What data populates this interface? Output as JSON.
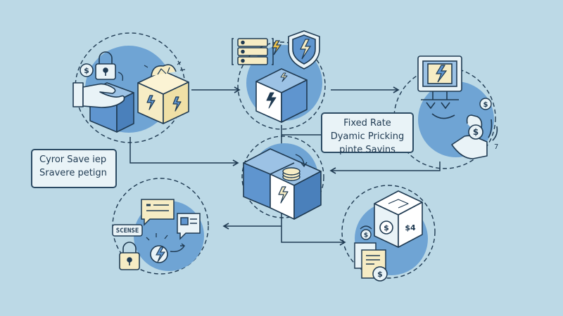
{
  "notes": {
    "left": [
      "Cyror Save iep",
      "Sravere petign"
    ],
    "right": [
      "Fixed Rate",
      "Dyamic Pricking",
      "pinte Savins"
    ]
  },
  "labels": {
    "sign_badge": "SCENSE"
  },
  "colors": {
    "background": "#bcd9e6",
    "circle_fill": "#6fa4d4",
    "cube_blue": "#5f95cf",
    "cube_cream": "#f6ecc4",
    "stroke": "#1f3a52",
    "note_fill": "#e9f3f7"
  },
  "icons": [
    "dollar-coin-icon",
    "padlock-icon",
    "hand-icon",
    "cube-icon",
    "server-stack-icon",
    "shield-bolt-icon",
    "monitor-bolt-icon",
    "money-hand-icon",
    "chat-bubble-icon",
    "bolt-coin-icon",
    "document-icon",
    "arrow-icon"
  ]
}
